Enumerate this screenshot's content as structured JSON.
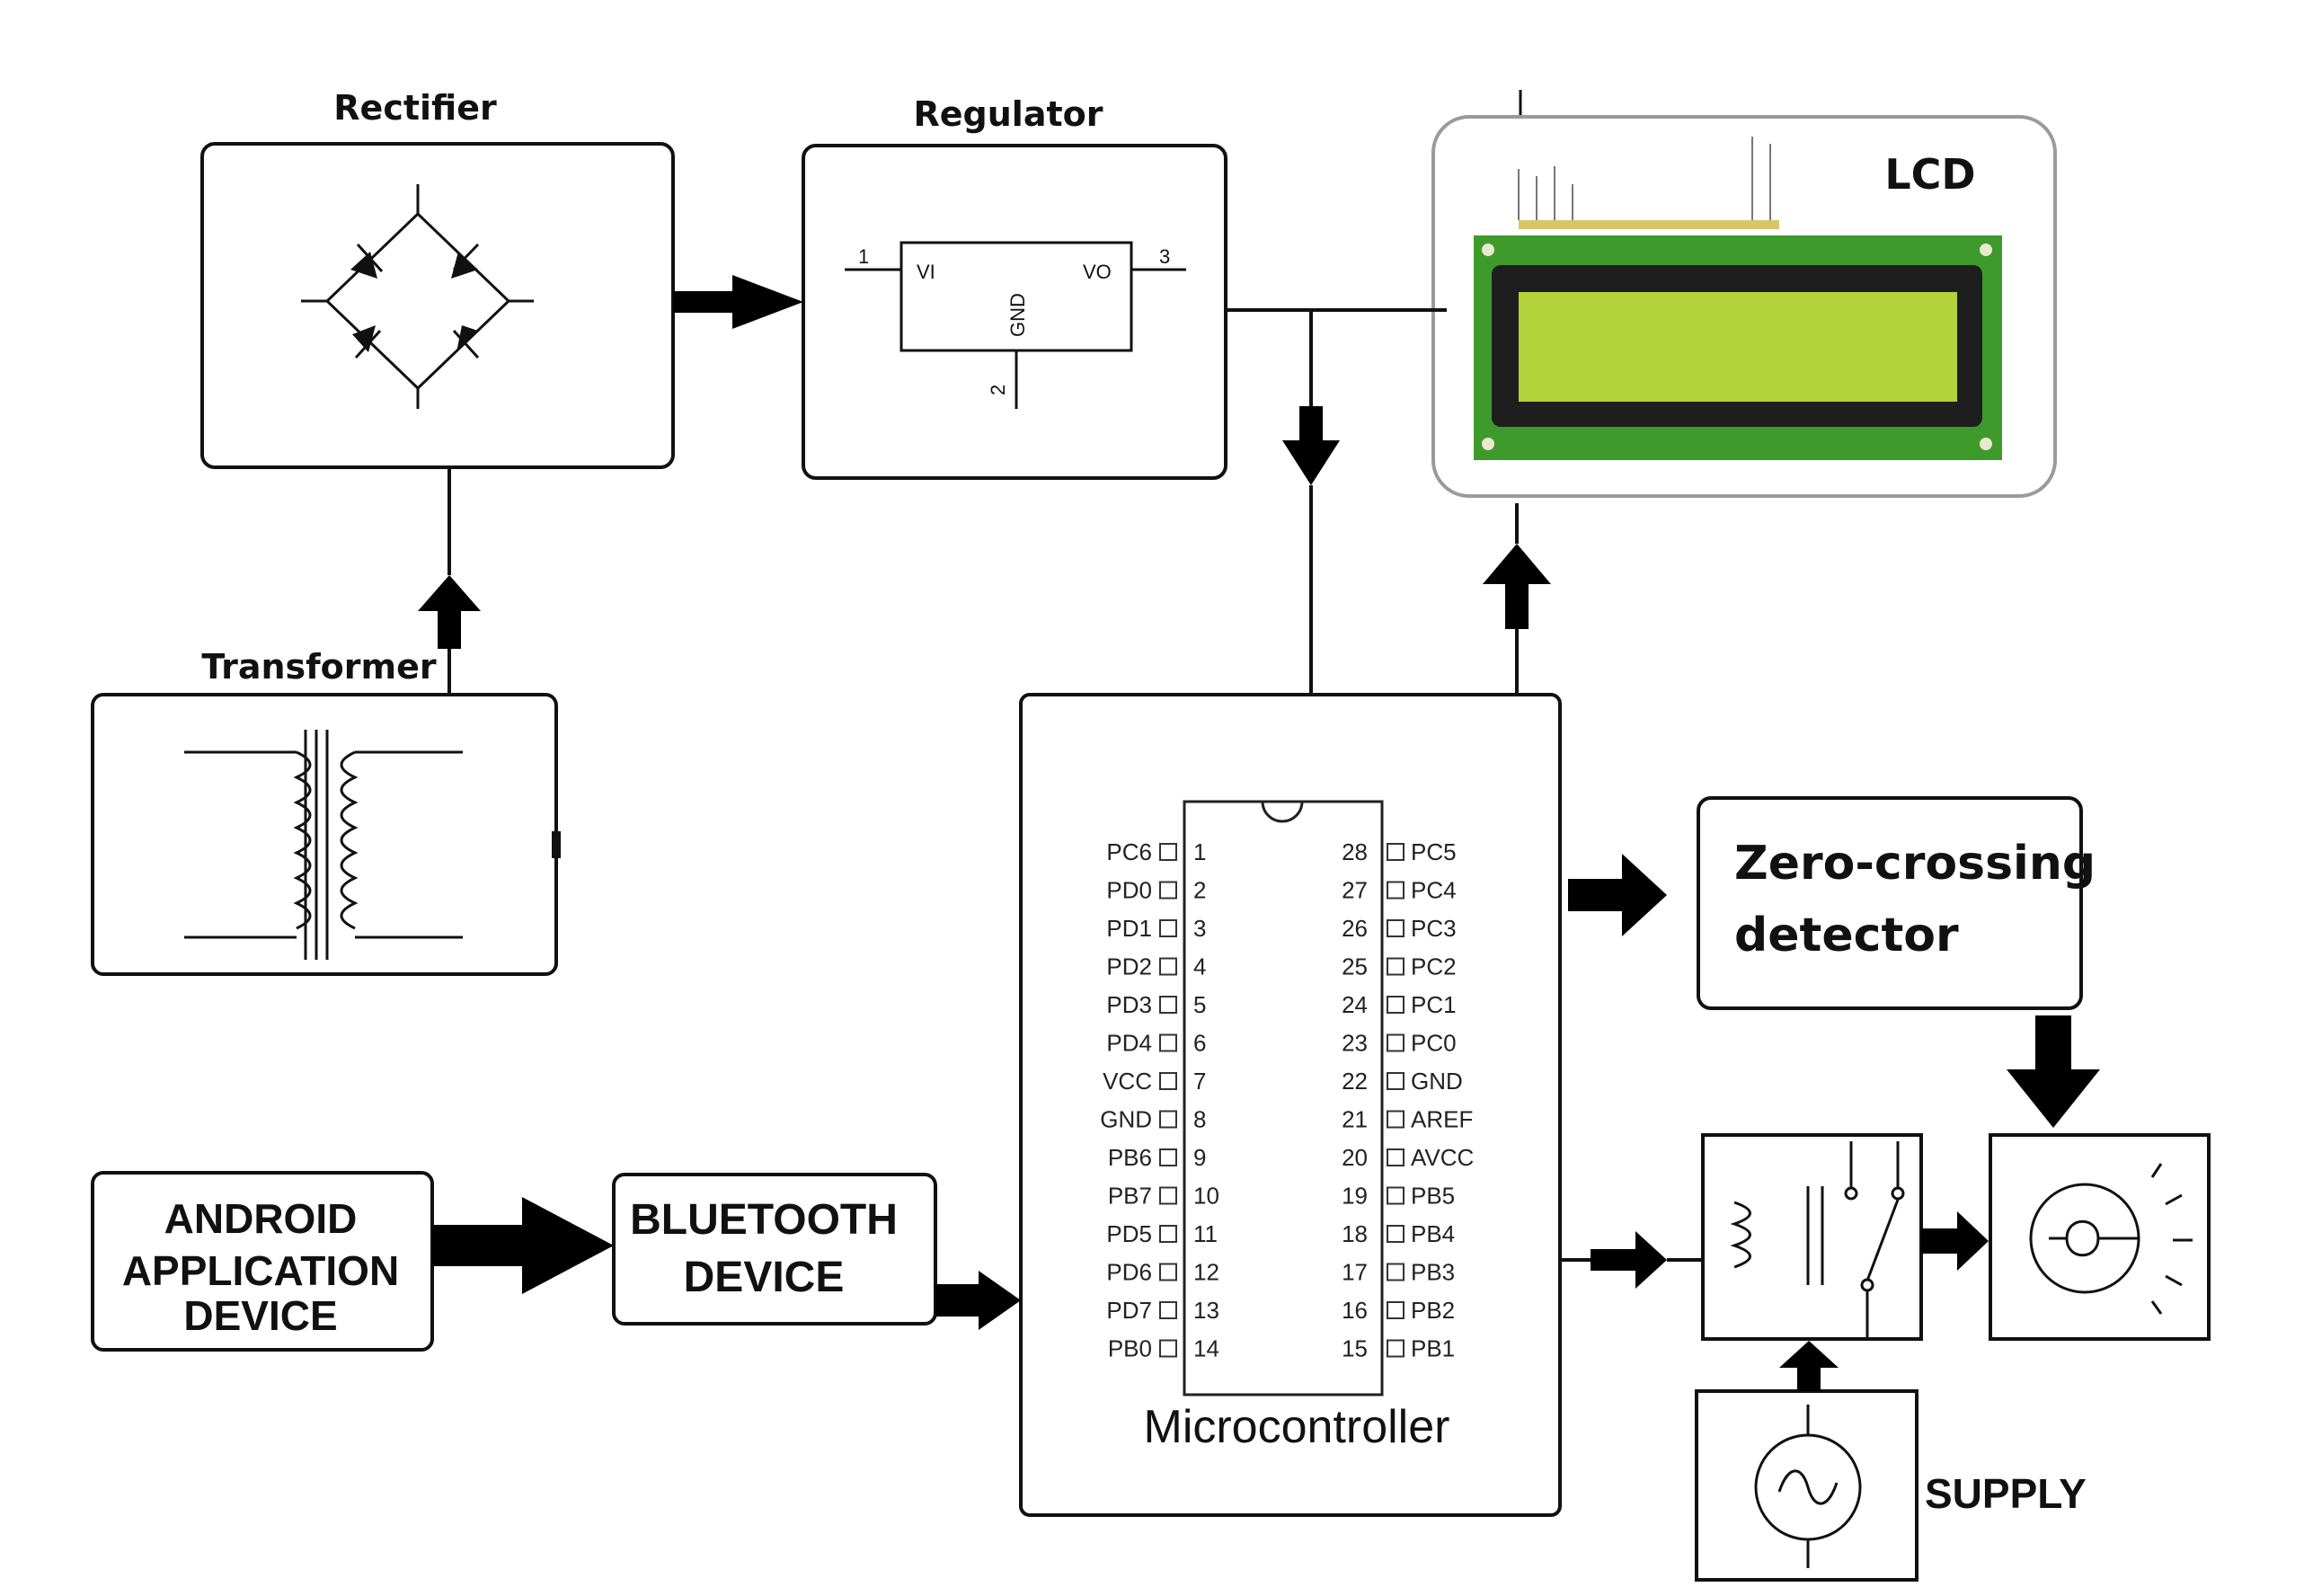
{
  "blocks": {
    "rectifier": "Rectifier",
    "regulator": "Regulator",
    "transformer": "Transformer",
    "lcd": "LCD",
    "zero_crossing_line1": "Zero-crossing",
    "zero_crossing_line2": "detector",
    "microcontroller": "Microcontroller",
    "android_line1": "ANDROID",
    "android_line2": "APPLICATION",
    "android_line3": "DEVICE",
    "bluetooth_line1": "BLUETOOTH",
    "bluetooth_line2": "DEVICE",
    "supply": "SUPPLY"
  },
  "regulator_pins": {
    "vi": "VI",
    "vo": "VO",
    "gnd": "GND",
    "pin1": "1",
    "pin2": "2",
    "pin3": "3"
  },
  "mcu_pins_left": [
    {
      "name": "PC6",
      "num": "1"
    },
    {
      "name": "PD0",
      "num": "2"
    },
    {
      "name": "PD1",
      "num": "3"
    },
    {
      "name": "PD2",
      "num": "4"
    },
    {
      "name": "PD3",
      "num": "5"
    },
    {
      "name": "PD4",
      "num": "6"
    },
    {
      "name": "VCC",
      "num": "7"
    },
    {
      "name": "GND",
      "num": "8"
    },
    {
      "name": "PB6",
      "num": "9"
    },
    {
      "name": "PB7",
      "num": "10"
    },
    {
      "name": "PD5",
      "num": "11"
    },
    {
      "name": "PD6",
      "num": "12"
    },
    {
      "name": "PD7",
      "num": "13"
    },
    {
      "name": "PB0",
      "num": "14"
    }
  ],
  "mcu_pins_right": [
    {
      "name": "PC5",
      "num": "28"
    },
    {
      "name": "PC4",
      "num": "27"
    },
    {
      "name": "PC3",
      "num": "26"
    },
    {
      "name": "PC2",
      "num": "25"
    },
    {
      "name": "PC1",
      "num": "24"
    },
    {
      "name": "PC0",
      "num": "23"
    },
    {
      "name": "GND",
      "num": "22"
    },
    {
      "name": "AREF",
      "num": "21"
    },
    {
      "name": "AVCC",
      "num": "20"
    },
    {
      "name": "PB5",
      "num": "19"
    },
    {
      "name": "PB4",
      "num": "18"
    },
    {
      "name": "PB3",
      "num": "17"
    },
    {
      "name": "PB2",
      "num": "16"
    },
    {
      "name": "PB1",
      "num": "15"
    }
  ],
  "colors": {
    "lcd_screen": "#b4d23a",
    "lcd_board": "#3f9a2c",
    "lcd_bezel": "#1e1e1e",
    "stroke": "#111111"
  },
  "icons": [
    "bridge-rectifier-icon",
    "transformer-coil-icon",
    "relay-icon",
    "bulb-icon",
    "ac-source-icon",
    "lcd-module-icon"
  ]
}
